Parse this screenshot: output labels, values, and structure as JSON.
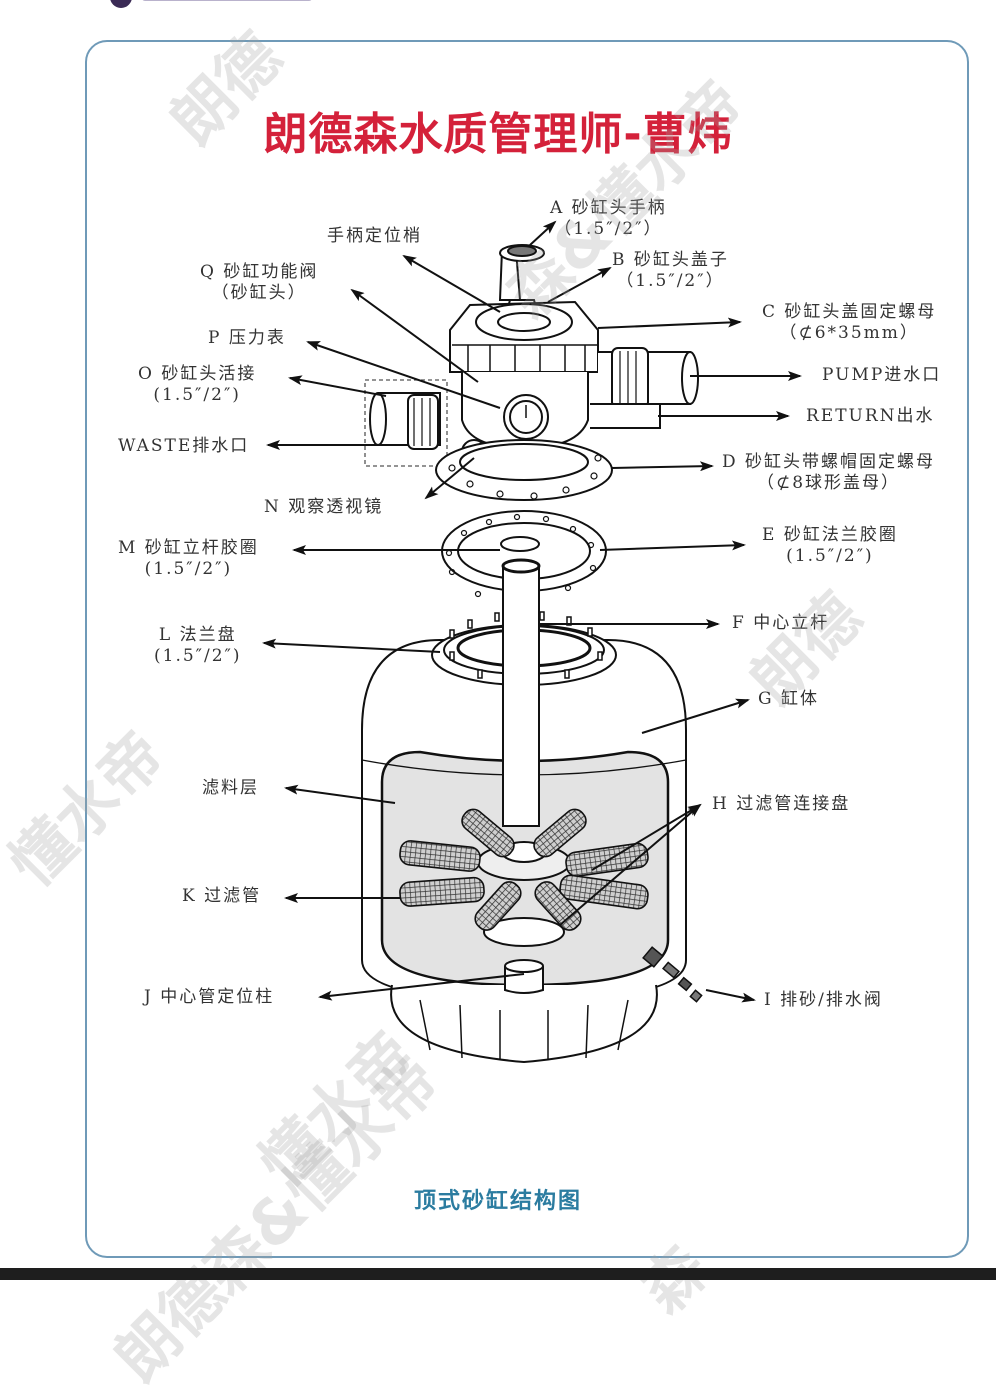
{
  "header": {
    "title": "朗德森水质管理师-曹炜"
  },
  "caption": "顶式砂缸结构图",
  "watermarks": [
    "朗德",
    "森&懂水帝",
    "朗德",
    "懂水帝",
    "懂水帝",
    "朗德森&懂水帝",
    "森"
  ],
  "labels": {
    "handle_pin": "手柄定位梢",
    "A": {
      "line1": "A 砂缸头手柄",
      "line2": "（1.5″/2″）"
    },
    "B": {
      "line1": "B 砂缸头盖子",
      "line2": "（1.5″/2″）"
    },
    "C": {
      "line1": "C 砂缸头盖固定螺母",
      "line2": "（⊄6*35mm）"
    },
    "Q": {
      "line1": "Q 砂缸功能阀",
      "line2": "（砂缸头）"
    },
    "P": {
      "line1": "P 压力表"
    },
    "O": {
      "line1": "O 砂缸头活接",
      "line2": "(1.5″/2″)"
    },
    "pump": "PUMP进水口",
    "return": "RETURN出水",
    "waste": "WASTE排水口",
    "D": {
      "line1": "D 砂缸头带螺帽固定螺母",
      "line2": "（⊄8球形盖母）"
    },
    "N": {
      "line1": "N 观察透视镜"
    },
    "M": {
      "line1": "M 砂缸立杆胶圈",
      "line2": "(1.5″/2″)"
    },
    "E": {
      "line1": "E 砂缸法兰胶圈",
      "line2": "(1.5″/2″)"
    },
    "L": {
      "line1": "L 法兰盘",
      "line2": "(1.5″/2″)"
    },
    "F": {
      "line1": "F 中心立杆"
    },
    "G": {
      "line1": "G 缸体"
    },
    "filter_layer": "滤料层",
    "H": {
      "line1": "H 过滤管连接盘"
    },
    "K": {
      "line1": "K 过滤管"
    },
    "J": {
      "line1": "J 中心管定位柱"
    },
    "I": {
      "line1": "I 排砂/排水阀"
    }
  },
  "colors": {
    "title": "#d4213a",
    "caption": "#2b7ca0",
    "frame": "#6f9ab8",
    "filter_media": "#e3e3e3"
  }
}
